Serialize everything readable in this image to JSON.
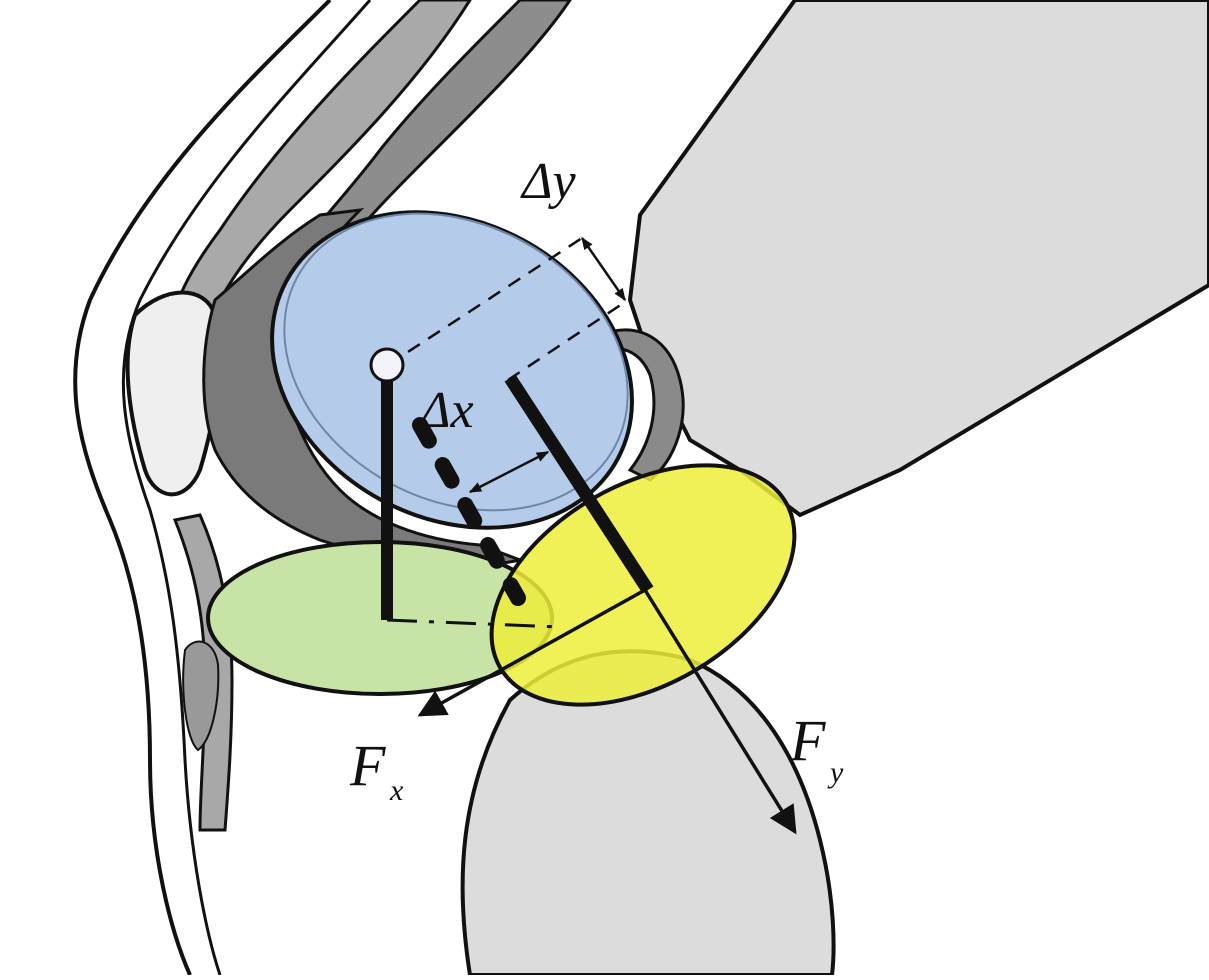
{
  "diagram": {
    "labels": {
      "delta_y": "Δy",
      "delta_x": "Δx",
      "force_x_main": "F",
      "force_x_sub": "x",
      "force_y_main": "F",
      "force_y_sub": "y"
    },
    "colors": {
      "upper_ellipse": "#b4cbe9",
      "lower_ellipse": "#c8e3a6",
      "overlap_ellipse": "#eded3a",
      "bone": "#d9d9d9",
      "dark_tissue": "#7a7a7a",
      "outline": "#111111"
    }
  }
}
